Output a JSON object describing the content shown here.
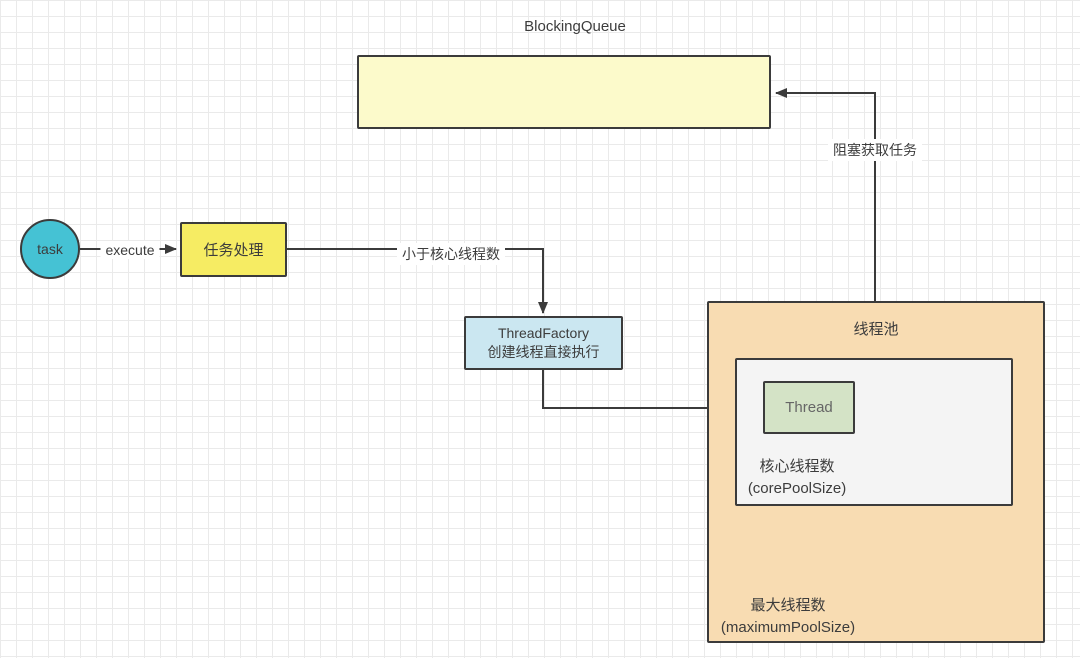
{
  "diagram": {
    "queue_title": "BlockingQueue",
    "task_label": "task",
    "execute_label": "execute",
    "task_process_label": "任务处理",
    "less_than_core_label": "小于核心线程数",
    "blocking_fetch_label": "阻塞获取任务",
    "thread_factory": {
      "line1": "ThreadFactory",
      "line2": "创建线程直接执行"
    },
    "thread_pool": {
      "title": "线程池",
      "thread_label": "Thread",
      "core_line1": "核心线程数",
      "core_line2": "(corePoolSize)",
      "max_line1": "最大线程数",
      "max_line2": "(maximumPoolSize)"
    }
  },
  "colors": {
    "canvas_bg": "#ffffff",
    "grid_line": "#eaeaea",
    "stroke": "#3b3b3b",
    "text": "#3c3c3c",
    "queue_fill": "#fcfacb",
    "task_circle_fill": "#45c2d4",
    "task_process_fill": "#f6ec63",
    "thread_factory_fill": "#cbe7f1",
    "thread_pool_fill": "#f8dcb2",
    "inner_box_fill": "#f4f4f4",
    "thread_fill": "#d4e3c6",
    "thread_text": "#666666"
  }
}
